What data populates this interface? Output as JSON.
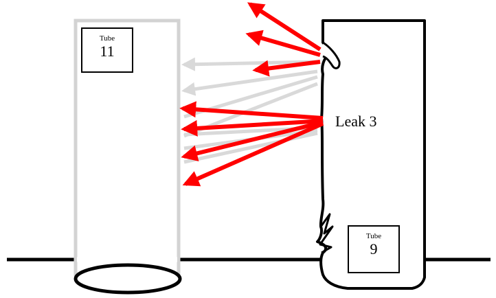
{
  "tubes": {
    "left": {
      "small_text": "Tube",
      "number": "11",
      "color": "#d3d3d3"
    },
    "right": {
      "small_text": "Tube",
      "number": "9",
      "color": "#000000"
    }
  },
  "leak": {
    "label": "Leak 3"
  },
  "colors": {
    "active_jet": "#ff0000",
    "deflected_jet": "#d9d9d9",
    "outline": "#000000"
  }
}
